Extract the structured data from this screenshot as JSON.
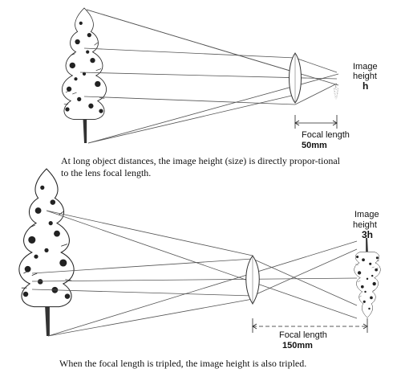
{
  "top": {
    "image_label_line1": "Image",
    "image_label_line2": "height",
    "image_symbol": "h",
    "focal_label": "Focal length",
    "focal_value": "50mm",
    "caption": "At long object distances, the image height (size) is directly propor-tional to the lens focal length."
  },
  "bottom": {
    "image_label_line1": "Image",
    "image_label_line2": "height",
    "image_symbol": "3h",
    "focal_label": "Focal length",
    "focal_value": "150mm",
    "caption": "When the focal length is tripled, the image height is also tripled."
  }
}
